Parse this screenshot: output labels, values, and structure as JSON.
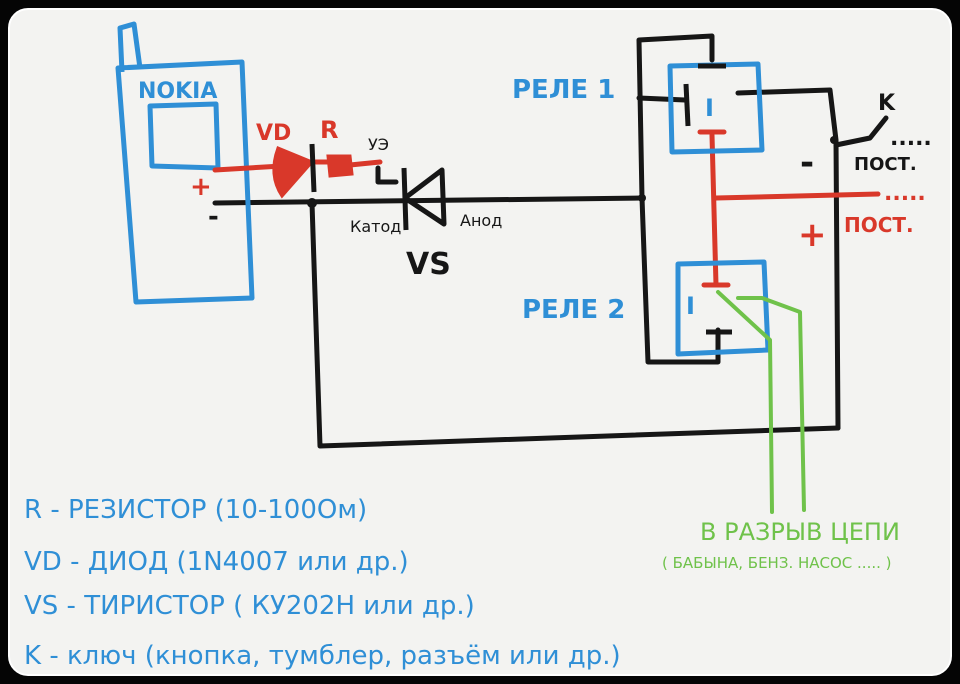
{
  "colors": {
    "ink_black": "#161616",
    "ink_blue": "#2f8fd6",
    "ink_red": "#d9382a",
    "ink_green": "#6fc24a",
    "paper": "#f3f3f1"
  },
  "phone": {
    "brand": "NOKIA",
    "plus": "+",
    "minus": "-"
  },
  "labels": {
    "vd": "VD",
    "r": "R",
    "ue": "УЭ",
    "cathode": "Катод",
    "anode": "Анод",
    "vs": "VS",
    "relay1": "РЕЛЕ 1",
    "relay2": "РЕЛЕ 2",
    "k": "K",
    "minus_sign": "-",
    "minus_const": "ПОСТ.",
    "plus_sign": "+",
    "plus_const": "ПОСТ.",
    "relay_pin": "I",
    "break_line1": "В РАЗРЫВ ЦЕПИ",
    "break_line2": "( БАБЫНА, БЕНЗ. НАСОС ..... )",
    "dots": "....."
  },
  "legend": [
    "R - РЕЗИСТОР (10-100Ом)",
    "VD - ДИОД (1N4007 или др.)",
    "VS - ТИРИСТОР ( КУ202Н или др.)",
    "K - ключ (кнопка, тумблер, разъём или др.)"
  ]
}
